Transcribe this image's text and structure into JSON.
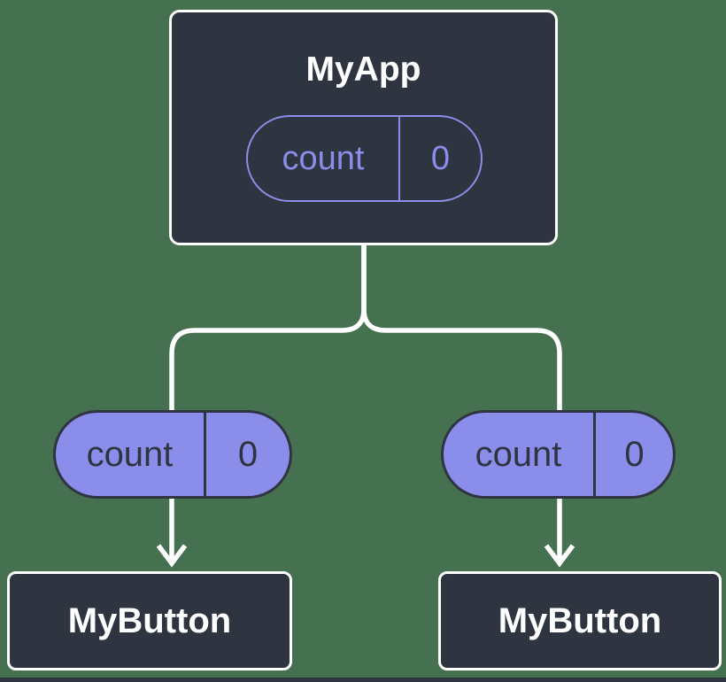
{
  "colors": {
    "background": "#467150",
    "node_fill": "#2F3441",
    "accent_purple": "#8A8DE9",
    "line_white": "#FFFFFF"
  },
  "tree": {
    "root": {
      "title": "MyApp",
      "state_pill": {
        "label": "count",
        "value": "0"
      }
    },
    "prop_pills": [
      {
        "label": "count",
        "value": "0"
      },
      {
        "label": "count",
        "value": "0"
      }
    ],
    "children": [
      {
        "title": "MyButton"
      },
      {
        "title": "MyButton"
      }
    ]
  }
}
